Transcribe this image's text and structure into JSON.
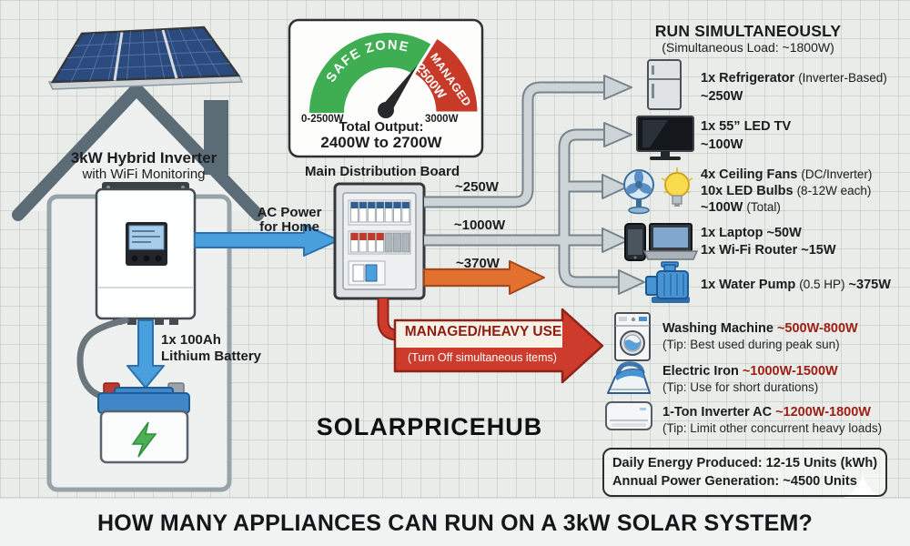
{
  "colors": {
    "safe_green": "#3fae52",
    "managed_red": "#c73a28",
    "flow_blue": "#4aa0dc",
    "flow_orange": "#e2702e",
    "wattage_red_text": "#9e1f13"
  },
  "header": {
    "watermark": "SOLARPRICEHUB"
  },
  "footer": {
    "title": "HOW MANY APPLIANCES CAN RUN ON A 3kW SOLAR SYSTEM?"
  },
  "house": {
    "inverter_title": "3kW Hybrid Inverter",
    "inverter_subtitle": "with WiFi Monitoring",
    "battery_line1": "1x 100Ah",
    "battery_line2": "Lithium Battery",
    "ac_arrow_line1": "AC Power",
    "ac_arrow_line2": "for Home"
  },
  "gauge": {
    "safe_zone": "SAFE ZONE",
    "managed": "MANAGED",
    "managed_value": "2500W",
    "range_min": "0-2500W",
    "range_max": "3000W",
    "total_label": "Total Output:",
    "total_value": "2400W to 2700W"
  },
  "board": {
    "label": "Main Distribution Board",
    "output_1": "~250W",
    "output_2": "~1000W",
    "output_3": "~370W"
  },
  "simultaneous": {
    "title": "RUN SIMULTANEOUSLY",
    "subtitle": "(Simultaneous Load: ~1800W)",
    "items": [
      {
        "icon": "refrigerator-icon",
        "line1_bold": "1x Refrigerator",
        "line1_normal": "(Inverter-Based)",
        "line2_bold": "~250W"
      },
      {
        "icon": "tv-icon",
        "line1_bold": "1x 55” LED TV",
        "line2_bold": "~100W"
      },
      {
        "icons": [
          "ceiling-fan-icon",
          "led-bulb-icon"
        ],
        "line1_bold": "4x Ceiling Fans",
        "line1_normal": "(DC/Inverter)",
        "line2_bold": "10x LED Bulbs",
        "line2_normal": "(8-12W each)",
        "line3_bold": "~100W",
        "line3_normal": "(Total)"
      },
      {
        "icons": [
          "phone-icon",
          "laptop-icon"
        ],
        "line1_bold": "1x Laptop ~50W",
        "line2_bold": "1x Wi-Fi Router ~15W"
      },
      {
        "icon": "water-pump-icon",
        "line1_bold": "1x Water Pump",
        "line1_normal": "(0.5 HP)",
        "line1_bold2": "~375W"
      }
    ]
  },
  "managed_section": {
    "title": "MANAGED/HEAVY USE",
    "subtitle": "(Turn Off simultaneous items)",
    "items": [
      {
        "icon": "washing-machine-icon",
        "name": "Washing Machine",
        "range": "~500W-800W",
        "tip": "(Tip: Best used during peak sun)"
      },
      {
        "icon": "iron-icon",
        "name": "Electric Iron",
        "range": "~1000W-1500W",
        "tip": "(Tip: Use for short durations)"
      },
      {
        "icon": "air-conditioner-icon",
        "name": "1-Ton Inverter AC",
        "range": "~1200W-1800W",
        "tip": "(Tip: Limit other concurrent heavy loads)"
      }
    ]
  },
  "energy_box": {
    "line1": "Daily Energy Produced: 12-15 Units (kWh)",
    "line2": "Annual Power Generation: ~4500 Units"
  }
}
